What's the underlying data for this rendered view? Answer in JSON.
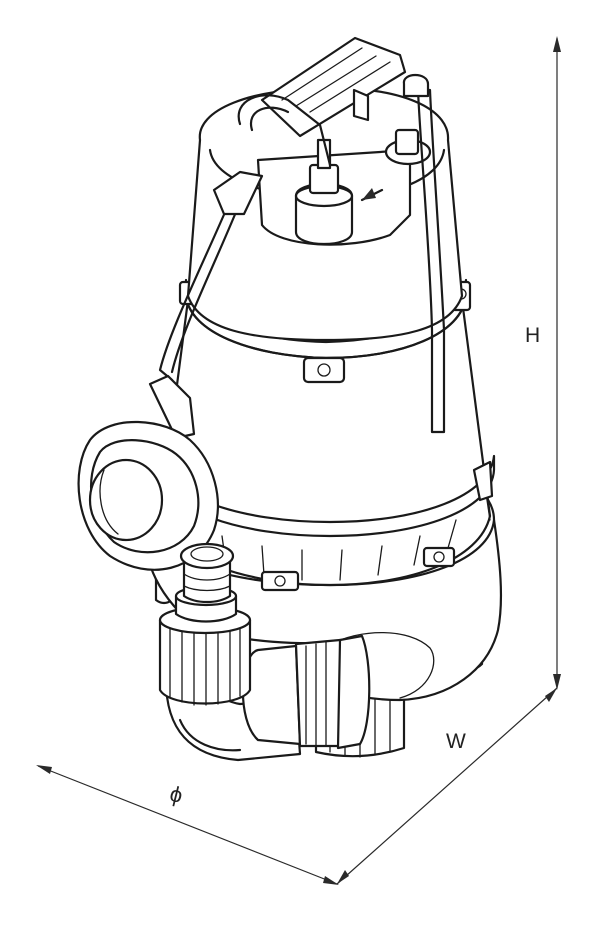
{
  "dimensions": {
    "height_label": "H",
    "width_label": "W",
    "diameter_label": "ϕ"
  },
  "colors": {
    "line": "#1a1a1a",
    "background": "#ffffff"
  }
}
